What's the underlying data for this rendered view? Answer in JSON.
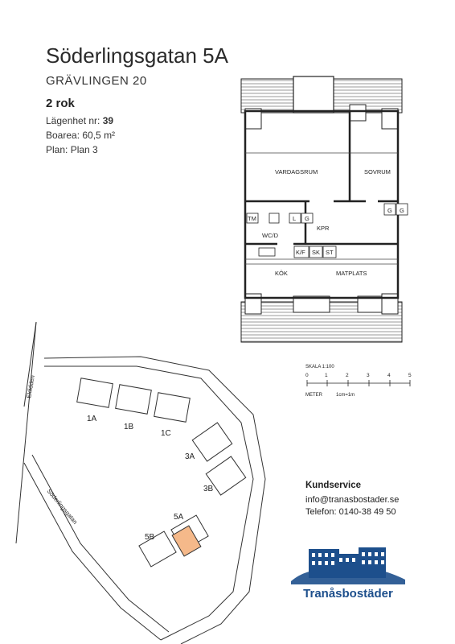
{
  "header": {
    "title": "Söderlingsgatan 5A",
    "subtitle": "GRÄVLINGEN 20",
    "rooms": "2 rok"
  },
  "details": {
    "apartment_label": "Lägenhet nr:",
    "apartment_number": "39",
    "area_label": "Boarea:",
    "area_value": "60,5 m²",
    "floor_label": "Plan:",
    "floor_value": "Plan 3"
  },
  "floorplan": {
    "rooms": {
      "living": "VARDAGSRUM",
      "bedroom": "SOVRUM",
      "hall": "KPR",
      "wc": "WC/D",
      "kitchen": "KÖK",
      "dining": "MATPLATS"
    },
    "fixtures": {
      "tm": "TM",
      "l": "L",
      "g1": "G",
      "g2": "G",
      "g3": "G",
      "kf": "K/F",
      "sk": "SK",
      "st": "ST"
    }
  },
  "scale": {
    "label": "SKALA 1:100",
    "ticks": [
      "0",
      "1",
      "2",
      "3",
      "4",
      "5"
    ],
    "unit": "METER",
    "ratio": "1cm=1m"
  },
  "siteplan": {
    "streets": {
      "eklidden": "Eklidden",
      "soderlingsgatan": "Söderlingsgatan"
    },
    "buildings": {
      "b1a": "1A",
      "b1b": "1B",
      "b1c": "1C",
      "b3a": "3A",
      "b3b": "3B",
      "b5a": "5A",
      "b5b": "5B"
    },
    "highlight_color": "#f5b98a"
  },
  "contact": {
    "heading": "Kundservice",
    "email": "info@tranasbostader.se",
    "phone": "Telefon: 0140-38 49 50"
  },
  "brand": {
    "name": "Tranåsbostäder",
    "color": "#1d4f8c"
  }
}
